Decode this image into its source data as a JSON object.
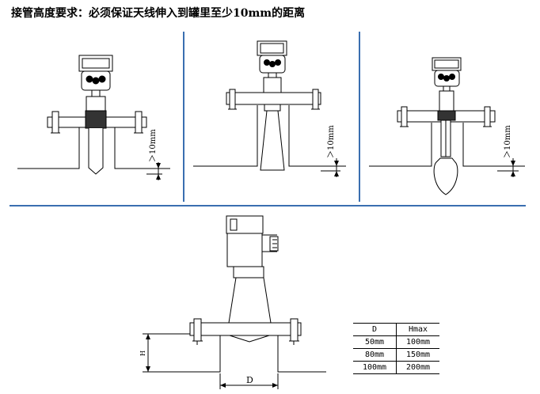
{
  "header": {
    "title": "接管高度要求：必须保证天线伸入到罐里至少10mm的距离"
  },
  "dimensions": {
    "min_insertion": "＞10mm",
    "height_label": "H",
    "diameter_label": "D"
  },
  "table": {
    "headers": [
      "D",
      "Hmax"
    ],
    "rows": [
      [
        "50mm",
        "100mm"
      ],
      [
        "80mm",
        "150mm"
      ],
      [
        "100mm",
        "200mm"
      ]
    ]
  },
  "colors": {
    "separator": "#3a6fb0",
    "thread": "#333333"
  }
}
